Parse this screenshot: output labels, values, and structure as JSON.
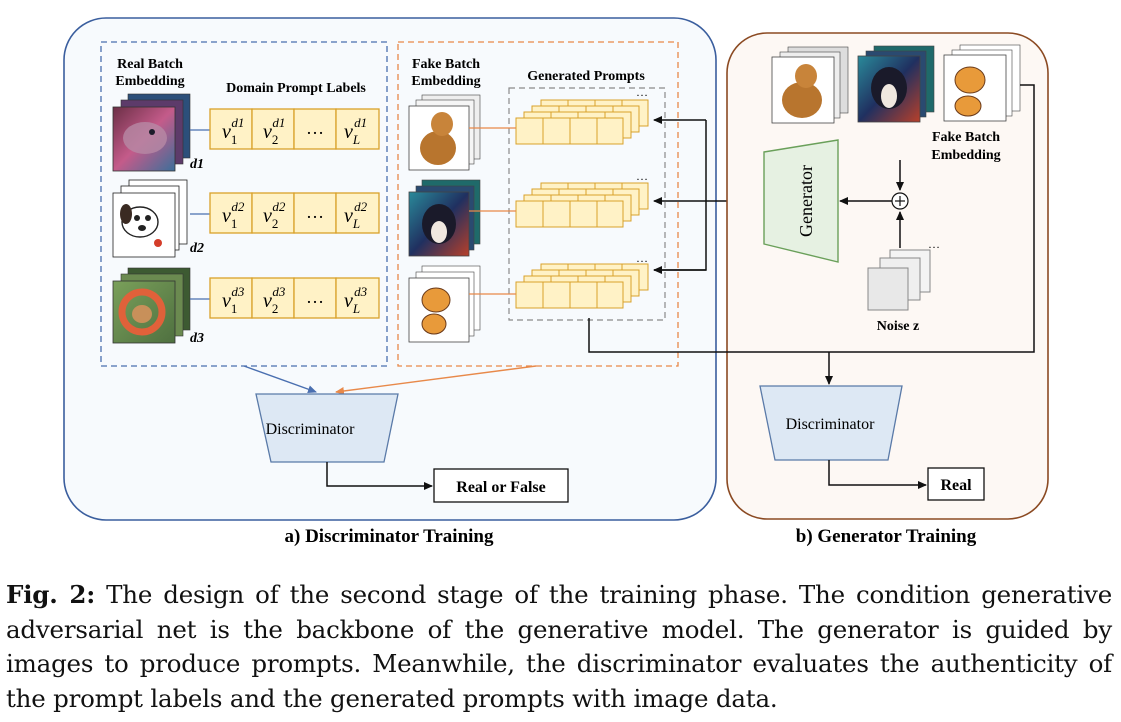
{
  "diagram": {
    "panel_a": {
      "title": "a) Discriminator Training",
      "real_batch_label": [
        "Real Batch",
        "Embedding"
      ],
      "domain_prompt_labels_title": "Domain Prompt Labels",
      "domains": [
        "d1",
        "d2",
        "d3"
      ],
      "domain_label_rows": [
        {
          "d": "d1",
          "cells": [
            "v1",
            "v2",
            "...",
            "vL"
          ]
        },
        {
          "d": "d2",
          "cells": [
            "v1",
            "v2",
            "...",
            "vL"
          ]
        },
        {
          "d": "d3",
          "cells": [
            "v1",
            "v2",
            "...",
            "vL"
          ]
        }
      ],
      "fake_batch_label": [
        "Fake Batch",
        "Embedding"
      ],
      "generated_prompts_title": "Generated Prompts",
      "discriminator_label": "Discriminator",
      "output_label": "Real or False"
    },
    "panel_b": {
      "title": "b) Generator Training",
      "fake_batch_label": [
        "Fake Batch",
        "Embedding"
      ],
      "generator_label": "Generator",
      "noise_label": "Noise z",
      "discriminator_label": "Discriminator",
      "output_label": "Real"
    },
    "colors": {
      "panel_a_border": "#3a5e9e",
      "panel_a_fill": "#f7fafd",
      "panel_b_border": "#8b4a22",
      "panel_b_fill": "#fdf8f4",
      "real_dash": "#4a6fb0",
      "fake_dash": "#e8894a",
      "prompt_cell_fill": "#fff2c6",
      "prompt_cell_border": "#d9a12a",
      "generator_fill": "#e6f1e2",
      "generator_border": "#6aa05a",
      "discriminator_fill": "#dde8f4",
      "discriminator_border": "#5a7aa8"
    }
  },
  "caption": {
    "label": "Fig. 2:",
    "text": " The design of the second stage of the training phase. The condition generative adversarial net is the backbone of the generative model. The generator is guided by images to produce prompts. Meanwhile, the discriminator evaluates the authenticity of the prompt labels and the generated prompts with image data."
  }
}
